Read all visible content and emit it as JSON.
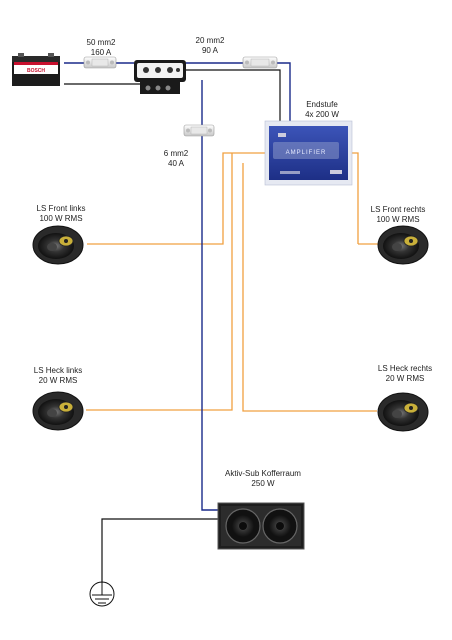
{
  "wires": {
    "battery_fuse": {
      "line1": "50 mm2",
      "line2": "160 A"
    },
    "amp_fuse": {
      "line1": "20 mm2",
      "line2": "90 A"
    },
    "sub_fuse": {
      "line1": "6 mm2",
      "line2": "40 A"
    }
  },
  "amplifier": {
    "line1": "Endstufe",
    "line2": "4x 200 W",
    "brand_text": "AMPLIFIER"
  },
  "speakers": {
    "front_left": {
      "line1": "LS Front links",
      "line2": "100 W RMS"
    },
    "front_right": {
      "line1": "LS Front rechts",
      "line2": "100 W RMS"
    },
    "rear_left": {
      "line1": "LS Heck links",
      "line2": "20 W RMS"
    },
    "rear_right": {
      "line1": "LS Heck rechts",
      "line2": "20 W RMS"
    }
  },
  "subwoofer": {
    "line1": "Aktiv-Sub Kofferraum",
    "line2": "250 W"
  },
  "battery": {
    "brand": "BOSCH"
  },
  "colors": {
    "power": "#1a2a8a",
    "ground": "#111111",
    "audio": "#f0a040",
    "amp_body": "#2a3f9e"
  }
}
